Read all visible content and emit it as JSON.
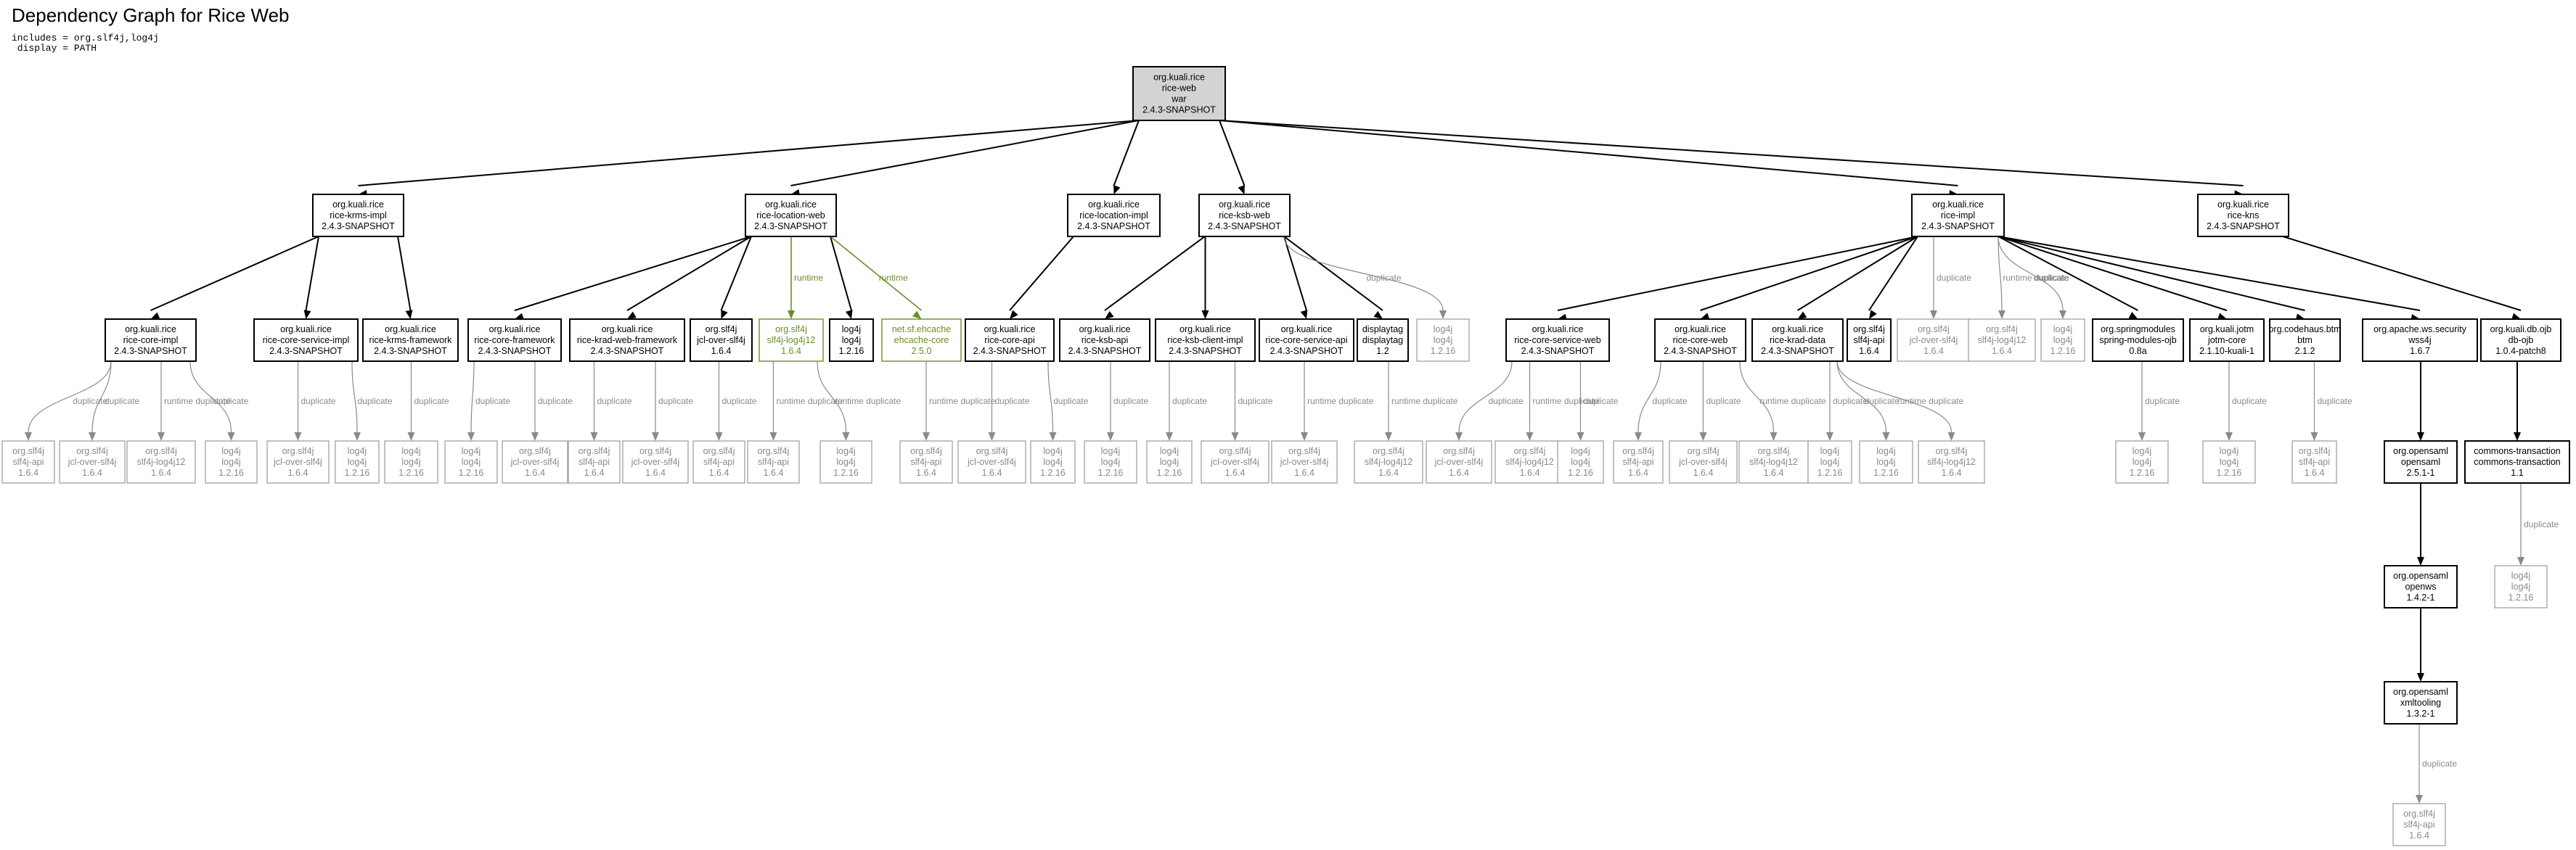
{
  "title": "Dependency Graph for Rice Web",
  "params": [
    "includes = org.slf4j,log4j",
    " display = PATH"
  ],
  "nodes": [
    {
      "id": "root",
      "lines": [
        "org.kuali.rice",
        "rice-web",
        "war",
        "2.4.3-SNAPSHOT"
      ],
      "style": "root"
    },
    {
      "id": "krms-impl",
      "lines": [
        "org.kuali.rice",
        "rice-krms-impl",
        "2.4.3-SNAPSHOT"
      ],
      "style": "normal"
    },
    {
      "id": "location-web",
      "lines": [
        "org.kuali.rice",
        "rice-location-web",
        "2.4.3-SNAPSHOT"
      ],
      "style": "normal"
    },
    {
      "id": "location-impl",
      "lines": [
        "org.kuali.rice",
        "rice-location-impl",
        "2.4.3-SNAPSHOT"
      ],
      "style": "normal"
    },
    {
      "id": "ksb-web",
      "lines": [
        "org.kuali.rice",
        "rice-ksb-web",
        "2.4.3-SNAPSHOT"
      ],
      "style": "normal"
    },
    {
      "id": "rice-impl",
      "lines": [
        "org.kuali.rice",
        "rice-impl",
        "2.4.3-SNAPSHOT"
      ],
      "style": "normal"
    },
    {
      "id": "rice-kns",
      "lines": [
        "org.kuali.rice",
        "rice-kns",
        "2.4.3-SNAPSHOT"
      ],
      "style": "normal"
    },
    {
      "id": "core-impl",
      "lines": [
        "org.kuali.rice",
        "rice-core-impl",
        "2.4.3-SNAPSHOT"
      ],
      "style": "normal"
    },
    {
      "id": "core-service-impl",
      "lines": [
        "org.kuali.rice",
        "rice-core-service-impl",
        "2.4.3-SNAPSHOT"
      ],
      "style": "normal"
    },
    {
      "id": "krms-framework",
      "lines": [
        "org.kuali.rice",
        "rice-krms-framework",
        "2.4.3-SNAPSHOT"
      ],
      "style": "normal"
    },
    {
      "id": "core-framework",
      "lines": [
        "org.kuali.rice",
        "rice-core-framework",
        "2.4.3-SNAPSHOT"
      ],
      "style": "normal"
    },
    {
      "id": "krad-web-framework",
      "lines": [
        "org.kuali.rice",
        "rice-krad-web-framework",
        "2.4.3-SNAPSHOT"
      ],
      "style": "normal"
    },
    {
      "id": "jcl-over-slf4j",
      "lines": [
        "org.slf4j",
        "jcl-over-slf4j",
        "1.6.4"
      ],
      "style": "normal"
    },
    {
      "id": "slf4j-log4j12-rt",
      "lines": [
        "org.slf4j",
        "slf4j-log4j12",
        "1.6.4"
      ],
      "style": "runtime"
    },
    {
      "id": "log4j",
      "lines": [
        "log4j",
        "log4j",
        "1.2.16"
      ],
      "style": "normal"
    },
    {
      "id": "ehcache",
      "lines": [
        "net.sf.ehcache",
        "ehcache-core",
        "2.5.0"
      ],
      "style": "runtime"
    },
    {
      "id": "core-api",
      "lines": [
        "org.kuali.rice",
        "rice-core-api",
        "2.4.3-SNAPSHOT"
      ],
      "style": "normal"
    },
    {
      "id": "ksb-api",
      "lines": [
        "org.kuali.rice",
        "rice-ksb-api",
        "2.4.3-SNAPSHOT"
      ],
      "style": "normal"
    },
    {
      "id": "ksb-client-impl",
      "lines": [
        "org.kuali.rice",
        "rice-ksb-client-impl",
        "2.4.3-SNAPSHOT"
      ],
      "style": "normal"
    },
    {
      "id": "core-service-api",
      "lines": [
        "org.kuali.rice",
        "rice-core-service-api",
        "2.4.3-SNAPSHOT"
      ],
      "style": "normal"
    },
    {
      "id": "displaytag",
      "lines": [
        "displaytag",
        "displaytag",
        "1.2"
      ],
      "style": "normal"
    },
    {
      "id": "d-ksbweb-log4j",
      "lines": [
        "log4j",
        "log4j",
        "1.2.16"
      ],
      "style": "duplicate"
    },
    {
      "id": "core-service-web",
      "lines": [
        "org.kuali.rice",
        "rice-core-service-web",
        "2.4.3-SNAPSHOT"
      ],
      "style": "normal"
    },
    {
      "id": "core-web",
      "lines": [
        "org.kuali.rice",
        "rice-core-web",
        "2.4.3-SNAPSHOT"
      ],
      "style": "normal"
    },
    {
      "id": "krad-data",
      "lines": [
        "org.kuali.rice",
        "rice-krad-data",
        "2.4.3-SNAPSHOT"
      ],
      "style": "normal"
    },
    {
      "id": "slf4j-api",
      "lines": [
        "org.slf4j",
        "slf4j-api",
        "1.6.4"
      ],
      "style": "normal"
    },
    {
      "id": "d-impl-jcl",
      "lines": [
        "org.slf4j",
        "jcl-over-slf4j",
        "1.6.4"
      ],
      "style": "duplicate"
    },
    {
      "id": "d-impl-log4j12",
      "lines": [
        "org.slf4j",
        "slf4j-log4j12",
        "1.6.4"
      ],
      "style": "duplicate"
    },
    {
      "id": "d-impl-log4j",
      "lines": [
        "log4j",
        "log4j",
        "1.2.16"
      ],
      "style": "duplicate"
    },
    {
      "id": "springmodules",
      "lines": [
        "org.springmodules",
        "spring-modules-ojb",
        "0.8a"
      ],
      "style": "normal"
    },
    {
      "id": "jotm",
      "lines": [
        "org.kuali.jotm",
        "jotm-core",
        "2.1.10-kuali-1"
      ],
      "style": "normal"
    },
    {
      "id": "btm",
      "lines": [
        "org.codehaus.btm",
        "btm",
        "2.1.2"
      ],
      "style": "normal"
    },
    {
      "id": "wss4j",
      "lines": [
        "org.apache.ws.security",
        "wss4j",
        "1.6.7"
      ],
      "style": "normal"
    },
    {
      "id": "db-ojb",
      "lines": [
        "org.kuali.db.ojb",
        "db-ojb",
        "1.0.4-patch8"
      ],
      "style": "normal"
    },
    {
      "id": "l1",
      "lines": [
        "org.slf4j",
        "slf4j-api",
        "1.6.4"
      ],
      "style": "duplicate"
    },
    {
      "id": "l2",
      "lines": [
        "org.slf4j",
        "jcl-over-slf4j",
        "1.6.4"
      ],
      "style": "duplicate"
    },
    {
      "id": "l3",
      "lines": [
        "org.slf4j",
        "slf4j-log4j12",
        "1.6.4"
      ],
      "style": "duplicate"
    },
    {
      "id": "l4",
      "lines": [
        "log4j",
        "log4j",
        "1.2.16"
      ],
      "style": "duplicate"
    },
    {
      "id": "l5",
      "lines": [
        "org.slf4j",
        "jcl-over-slf4j",
        "1.6.4"
      ],
      "style": "duplicate"
    },
    {
      "id": "l6",
      "lines": [
        "log4j",
        "log4j",
        "1.2.16"
      ],
      "style": "duplicate"
    },
    {
      "id": "l7",
      "lines": [
        "log4j",
        "log4j",
        "1.2.16"
      ],
      "style": "duplicate"
    },
    {
      "id": "l8",
      "lines": [
        "log4j",
        "log4j",
        "1.2.16"
      ],
      "style": "duplicate"
    },
    {
      "id": "l9",
      "lines": [
        "org.slf4j",
        "jcl-over-slf4j",
        "1.6.4"
      ],
      "style": "duplicate"
    },
    {
      "id": "l10",
      "lines": [
        "org.slf4j",
        "slf4j-api",
        "1.6.4"
      ],
      "style": "duplicate"
    },
    {
      "id": "l11",
      "lines": [
        "org.slf4j",
        "jcl-over-slf4j",
        "1.6.4"
      ],
      "style": "duplicate"
    },
    {
      "id": "l12",
      "lines": [
        "org.slf4j",
        "slf4j-api",
        "1.6.4"
      ],
      "style": "duplicate"
    },
    {
      "id": "l13",
      "lines": [
        "org.slf4j",
        "slf4j-api",
        "1.6.4"
      ],
      "style": "duplicate"
    },
    {
      "id": "l14",
      "lines": [
        "log4j",
        "log4j",
        "1.2.16"
      ],
      "style": "duplicate"
    },
    {
      "id": "l15",
      "lines": [
        "org.slf4j",
        "slf4j-api",
        "1.6.4"
      ],
      "style": "duplicate"
    },
    {
      "id": "l16",
      "lines": [
        "org.slf4j",
        "jcl-over-slf4j",
        "1.6.4"
      ],
      "style": "duplicate"
    },
    {
      "id": "l17",
      "lines": [
        "log4j",
        "log4j",
        "1.2.16"
      ],
      "style": "duplicate"
    },
    {
      "id": "l18",
      "lines": [
        "log4j",
        "log4j",
        "1.2.16"
      ],
      "style": "duplicate"
    },
    {
      "id": "l19",
      "lines": [
        "log4j",
        "log4j",
        "1.2.16"
      ],
      "style": "duplicate"
    },
    {
      "id": "l20",
      "lines": [
        "org.slf4j",
        "jcl-over-slf4j",
        "1.6.4"
      ],
      "style": "duplicate"
    },
    {
      "id": "l21",
      "lines": [
        "org.slf4j",
        "jcl-over-slf4j",
        "1.6.4"
      ],
      "style": "duplicate"
    },
    {
      "id": "l22",
      "lines": [
        "org.slf4j",
        "slf4j-log4j12",
        "1.6.4"
      ],
      "style": "duplicate"
    },
    {
      "id": "l23",
      "lines": [
        "org.slf4j",
        "jcl-over-slf4j",
        "1.6.4"
      ],
      "style": "duplicate"
    },
    {
      "id": "l24",
      "lines": [
        "org.slf4j",
        "slf4j-log4j12",
        "1.6.4"
      ],
      "style": "duplicate"
    },
    {
      "id": "l25",
      "lines": [
        "log4j",
        "log4j",
        "1.2.16"
      ],
      "style": "duplicate"
    },
    {
      "id": "l26",
      "lines": [
        "org.slf4j",
        "slf4j-api",
        "1.6.4"
      ],
      "style": "duplicate"
    },
    {
      "id": "l27",
      "lines": [
        "org.slf4j",
        "jcl-over-slf4j",
        "1.6.4"
      ],
      "style": "duplicate"
    },
    {
      "id": "l28",
      "lines": [
        "org.slf4j",
        "slf4j-log4j12",
        "1.6.4"
      ],
      "style": "duplicate"
    },
    {
      "id": "l29",
      "lines": [
        "log4j",
        "log4j",
        "1.2.16"
      ],
      "style": "duplicate"
    },
    {
      "id": "l30",
      "lines": [
        "log4j",
        "log4j",
        "1.2.16"
      ],
      "style": "duplicate"
    },
    {
      "id": "l31",
      "lines": [
        "org.slf4j",
        "slf4j-log4j12",
        "1.6.4"
      ],
      "style": "duplicate"
    },
    {
      "id": "l32",
      "lines": [
        "log4j",
        "log4j",
        "1.2.16"
      ],
      "style": "duplicate"
    },
    {
      "id": "l33",
      "lines": [
        "log4j",
        "log4j",
        "1.2.16"
      ],
      "style": "duplicate"
    },
    {
      "id": "l34",
      "lines": [
        "org.slf4j",
        "slf4j-api",
        "1.6.4"
      ],
      "style": "duplicate"
    },
    {
      "id": "opensaml",
      "lines": [
        "org.opensaml",
        "opensaml",
        "2.5.1-1"
      ],
      "style": "normal"
    },
    {
      "id": "commons-transaction",
      "lines": [
        "commons-transaction",
        "commons-transaction",
        "1.1"
      ],
      "style": "normal"
    },
    {
      "id": "openws",
      "lines": [
        "org.opensaml",
        "openws",
        "1.4.2-1"
      ],
      "style": "normal"
    },
    {
      "id": "d-ct-log4j",
      "lines": [
        "log4j",
        "log4j",
        "1.2.16"
      ],
      "style": "duplicate"
    },
    {
      "id": "xmltooling",
      "lines": [
        "org.opensaml",
        "xmltooling",
        "1.3.2-1"
      ],
      "style": "normal"
    },
    {
      "id": "d-xml-slf4j-api",
      "lines": [
        "org.slf4j",
        "slf4j-api",
        "1.6.4"
      ],
      "style": "duplicate"
    }
  ],
  "edges": [
    {
      "from": "root",
      "to": "krms-impl",
      "label": "",
      "style": "normal"
    },
    {
      "from": "root",
      "to": "location-web",
      "label": "",
      "style": "normal"
    },
    {
      "from": "root",
      "to": "location-impl",
      "label": "",
      "style": "normal"
    },
    {
      "from": "root",
      "to": "ksb-web",
      "label": "",
      "style": "normal"
    },
    {
      "from": "root",
      "to": "rice-impl",
      "label": "",
      "style": "normal"
    },
    {
      "from": "root",
      "to": "rice-kns",
      "label": "",
      "style": "normal"
    },
    {
      "from": "krms-impl",
      "to": "core-impl",
      "label": "",
      "style": "normal"
    },
    {
      "from": "krms-impl",
      "to": "core-service-impl",
      "label": "",
      "style": "normal"
    },
    {
      "from": "krms-impl",
      "to": "krms-framework",
      "label": "",
      "style": "normal"
    },
    {
      "from": "location-web",
      "to": "core-framework",
      "label": "",
      "style": "normal"
    },
    {
      "from": "location-web",
      "to": "krad-web-framework",
      "label": "",
      "style": "normal"
    },
    {
      "from": "location-web",
      "to": "jcl-over-slf4j",
      "label": "",
      "style": "normal"
    },
    {
      "from": "location-web",
      "to": "slf4j-log4j12-rt",
      "label": "runtime",
      "style": "runtime"
    },
    {
      "from": "location-web",
      "to": "log4j",
      "label": "",
      "style": "normal"
    },
    {
      "from": "location-web",
      "to": "ehcache",
      "label": "runtime",
      "style": "runtime"
    },
    {
      "from": "location-impl",
      "to": "core-api",
      "label": "",
      "style": "normal"
    },
    {
      "from": "ksb-web",
      "to": "ksb-api",
      "label": "",
      "style": "normal"
    },
    {
      "from": "ksb-web",
      "to": "ksb-client-impl",
      "label": "",
      "style": "normal"
    },
    {
      "from": "ksb-web",
      "to": "core-service-api",
      "label": "",
      "style": "normal"
    },
    {
      "from": "ksb-web",
      "to": "displaytag",
      "label": "",
      "style": "normal"
    },
    {
      "from": "ksb-web",
      "to": "d-ksbweb-log4j",
      "label": "duplicate",
      "style": "duplicate"
    },
    {
      "from": "rice-impl",
      "to": "core-service-web",
      "label": "",
      "style": "normal"
    },
    {
      "from": "rice-impl",
      "to": "core-web",
      "label": "",
      "style": "normal"
    },
    {
      "from": "rice-impl",
      "to": "krad-data",
      "label": "",
      "style": "normal"
    },
    {
      "from": "rice-impl",
      "to": "slf4j-api",
      "label": "",
      "style": "normal"
    },
    {
      "from": "rice-impl",
      "to": "d-impl-jcl",
      "label": "duplicate",
      "style": "duplicate"
    },
    {
      "from": "rice-impl",
      "to": "d-impl-log4j12",
      "label": "runtime duplicate",
      "style": "duplicate"
    },
    {
      "from": "rice-impl",
      "to": "d-impl-log4j",
      "label": "duplicate",
      "style": "duplicate"
    },
    {
      "from": "rice-impl",
      "to": "springmodules",
      "label": "",
      "style": "normal"
    },
    {
      "from": "rice-impl",
      "to": "jotm",
      "label": "",
      "style": "normal"
    },
    {
      "from": "rice-impl",
      "to": "btm",
      "label": "",
      "style": "normal"
    },
    {
      "from": "rice-impl",
      "to": "wss4j",
      "label": "",
      "style": "normal"
    },
    {
      "from": "rice-kns",
      "to": "db-ojb",
      "label": "",
      "style": "normal"
    },
    {
      "from": "core-impl",
      "to": "l1",
      "label": "duplicate",
      "style": "duplicate"
    },
    {
      "from": "core-impl",
      "to": "l2",
      "label": "duplicate",
      "style": "duplicate"
    },
    {
      "from": "core-impl",
      "to": "l3",
      "label": "runtime duplicate",
      "style": "duplicate"
    },
    {
      "from": "core-impl",
      "to": "l4",
      "label": "duplicate",
      "style": "duplicate"
    },
    {
      "from": "core-service-impl",
      "to": "l5",
      "label": "duplicate",
      "style": "duplicate"
    },
    {
      "from": "core-service-impl",
      "to": "l6",
      "label": "duplicate",
      "style": "duplicate"
    },
    {
      "from": "krms-framework",
      "to": "l7",
      "label": "duplicate",
      "style": "duplicate"
    },
    {
      "from": "core-framework",
      "to": "l8",
      "label": "duplicate",
      "style": "duplicate"
    },
    {
      "from": "core-framework",
      "to": "l9",
      "label": "duplicate",
      "style": "duplicate"
    },
    {
      "from": "krad-web-framework",
      "to": "l10",
      "label": "duplicate",
      "style": "duplicate"
    },
    {
      "from": "krad-web-framework",
      "to": "l11",
      "label": "duplicate",
      "style": "duplicate"
    },
    {
      "from": "jcl-over-slf4j",
      "to": "l12",
      "label": "duplicate",
      "style": "duplicate"
    },
    {
      "from": "slf4j-log4j12-rt",
      "to": "l13",
      "label": "runtime duplicate",
      "style": "duplicate"
    },
    {
      "from": "slf4j-log4j12-rt",
      "to": "l14",
      "label": "runtime duplicate",
      "style": "duplicate"
    },
    {
      "from": "ehcache",
      "to": "l15",
      "label": "runtime duplicate",
      "style": "duplicate"
    },
    {
      "from": "core-api",
      "to": "l16",
      "label": "duplicate",
      "style": "duplicate"
    },
    {
      "from": "core-api",
      "to": "l17",
      "label": "duplicate",
      "style": "duplicate"
    },
    {
      "from": "ksb-api",
      "to": "l18",
      "label": "duplicate",
      "style": "duplicate"
    },
    {
      "from": "ksb-client-impl",
      "to": "l19",
      "label": "duplicate",
      "style": "duplicate"
    },
    {
      "from": "ksb-client-impl",
      "to": "l20",
      "label": "duplicate",
      "style": "duplicate"
    },
    {
      "from": "core-service-api",
      "to": "l21",
      "label": "runtime duplicate",
      "style": "duplicate"
    },
    {
      "from": "displaytag",
      "to": "l22",
      "label": "runtime duplicate",
      "style": "duplicate"
    },
    {
      "from": "core-service-web",
      "to": "l23",
      "label": "duplicate",
      "style": "duplicate"
    },
    {
      "from": "core-service-web",
      "to": "l24",
      "label": "runtime duplicate",
      "style": "duplicate"
    },
    {
      "from": "core-service-web",
      "to": "l25",
      "label": "duplicate",
      "style": "duplicate"
    },
    {
      "from": "core-web",
      "to": "l26",
      "label": "duplicate",
      "style": "duplicate"
    },
    {
      "from": "core-web",
      "to": "l27",
      "label": "duplicate",
      "style": "duplicate"
    },
    {
      "from": "core-web",
      "to": "l28",
      "label": "runtime duplicate",
      "style": "duplicate"
    },
    {
      "from": "krad-data",
      "to": "l29",
      "label": "duplicate",
      "style": "duplicate"
    },
    {
      "from": "krad-data",
      "to": "l30",
      "label": "duplicate",
      "style": "duplicate"
    },
    {
      "from": "krad-data",
      "to": "l31",
      "label": "runtime duplicate",
      "style": "duplicate"
    },
    {
      "from": "springmodules",
      "to": "l32",
      "label": "duplicate",
      "style": "duplicate"
    },
    {
      "from": "jotm",
      "to": "l33",
      "label": "duplicate",
      "style": "duplicate"
    },
    {
      "from": "btm",
      "to": "l34",
      "label": "duplicate",
      "style": "duplicate"
    },
    {
      "from": "wss4j",
      "to": "opensaml",
      "label": "",
      "style": "normal"
    },
    {
      "from": "db-ojb",
      "to": "commons-transaction",
      "label": "",
      "style": "normal"
    },
    {
      "from": "opensaml",
      "to": "openws",
      "label": "",
      "style": "normal"
    },
    {
      "from": "commons-transaction",
      "to": "d-ct-log4j",
      "label": "duplicate",
      "style": "duplicate"
    },
    {
      "from": "openws",
      "to": "xmltooling",
      "label": "",
      "style": "normal"
    },
    {
      "from": "xmltooling",
      "to": "d-xml-slf4j-api",
      "label": "duplicate",
      "style": "duplicate"
    }
  ]
}
